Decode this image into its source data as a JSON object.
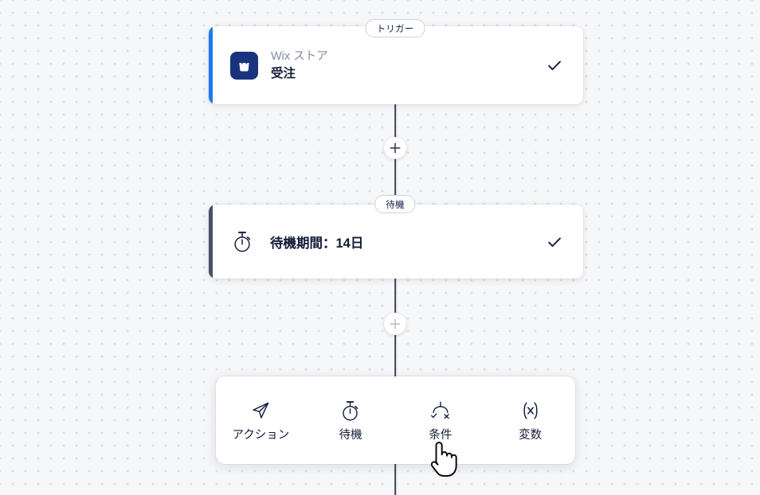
{
  "canvas": {
    "background_color": "#f6f7f9",
    "dot_color": "#dcdee4",
    "connector_color": "#3b4057"
  },
  "nodes": [
    {
      "badge": "トリガー",
      "app_name": "Wix ストア",
      "title": "受注",
      "accent_color": "#1f7aec",
      "app_icon": "shopping-bag-icon",
      "app_icon_bg": "#19337f",
      "status_icon": "check-icon"
    },
    {
      "badge": "待機",
      "title": "待機期間：14日",
      "accent_color": "#4b5163",
      "icon": "stopwatch-icon",
      "status_icon": "check-icon"
    }
  ],
  "connector_buttons": [
    {
      "name": "add-step-button-1",
      "glyph": "+",
      "state": "default"
    },
    {
      "name": "add-step-button-2",
      "glyph": "+",
      "state": "active"
    }
  ],
  "add_menu": {
    "items": [
      {
        "label": "アクション",
        "icon": "paper-plane-icon"
      },
      {
        "label": "待機",
        "icon": "stopwatch-icon"
      },
      {
        "label": "条件",
        "icon": "condition-branch-icon"
      },
      {
        "label": "変数",
        "icon": "variable-x-icon"
      }
    ]
  },
  "cursor": {
    "icon": "pointing-hand-cursor"
  }
}
